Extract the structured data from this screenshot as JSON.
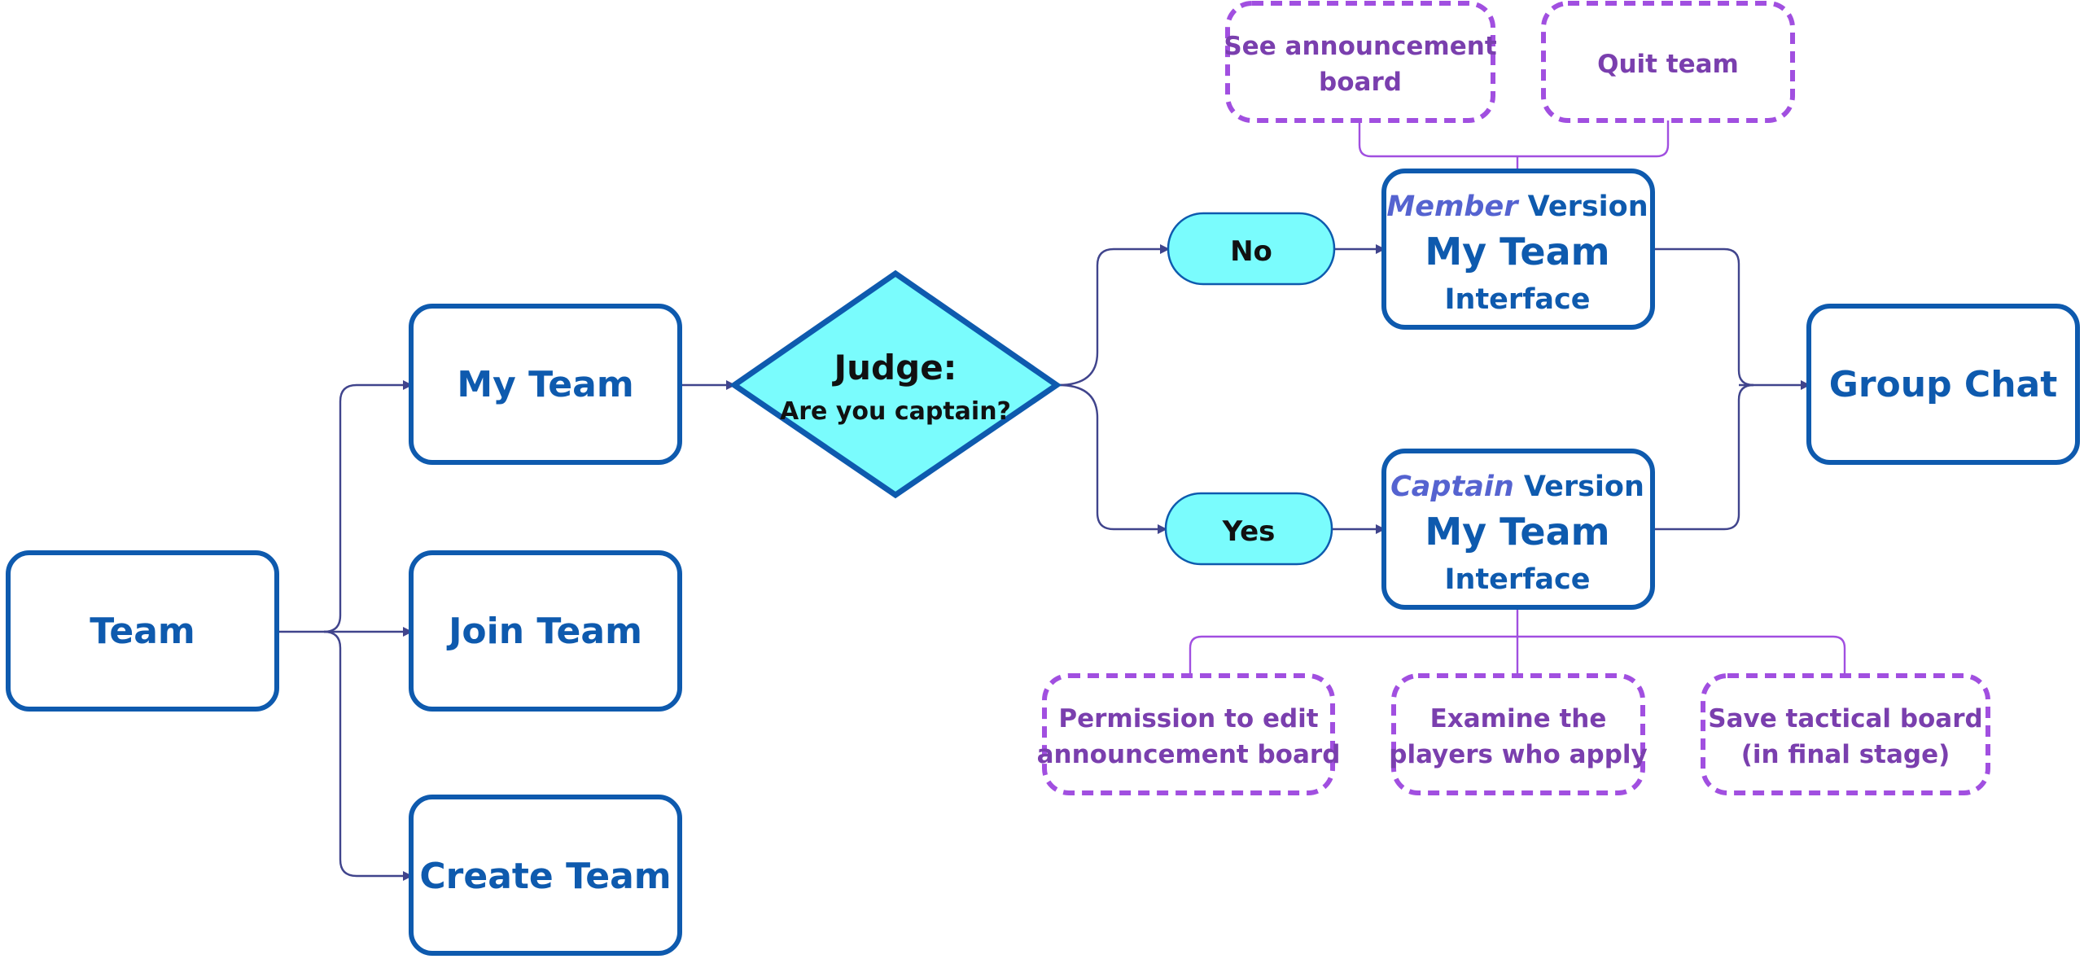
{
  "nodes": {
    "team": "Team",
    "my_team": "My Team",
    "join_team": "Join Team",
    "create_team": "Create Team",
    "judge_title": "Judge:",
    "judge_question": "Are you captain?",
    "no": "No",
    "yes": "Yes",
    "member_role": "Member",
    "captain_role": "Captain",
    "version_word": "Version",
    "interface_title": "My Team",
    "interface_word": "Interface",
    "group_chat": "Group Chat"
  },
  "member_features": {
    "see_board_line1": "See announcement",
    "see_board_line2": "board",
    "quit_team": "Quit team"
  },
  "captain_features": {
    "edit_board_line1": "Permission to edit",
    "edit_board_line2": "announcement board",
    "examine_line1": "Examine the",
    "examine_line2": "players who apply",
    "save_board_line1": "Save tactical board",
    "save_board_line2": "(in final stage)"
  },
  "colors": {
    "box_stroke": "#0e5aae",
    "decision_fill": "#7afcfd",
    "dashed_stroke": "#a14fe0",
    "dashed_text": "#7a3fae",
    "role_text": "#5563d0",
    "connector": "#40448c"
  }
}
